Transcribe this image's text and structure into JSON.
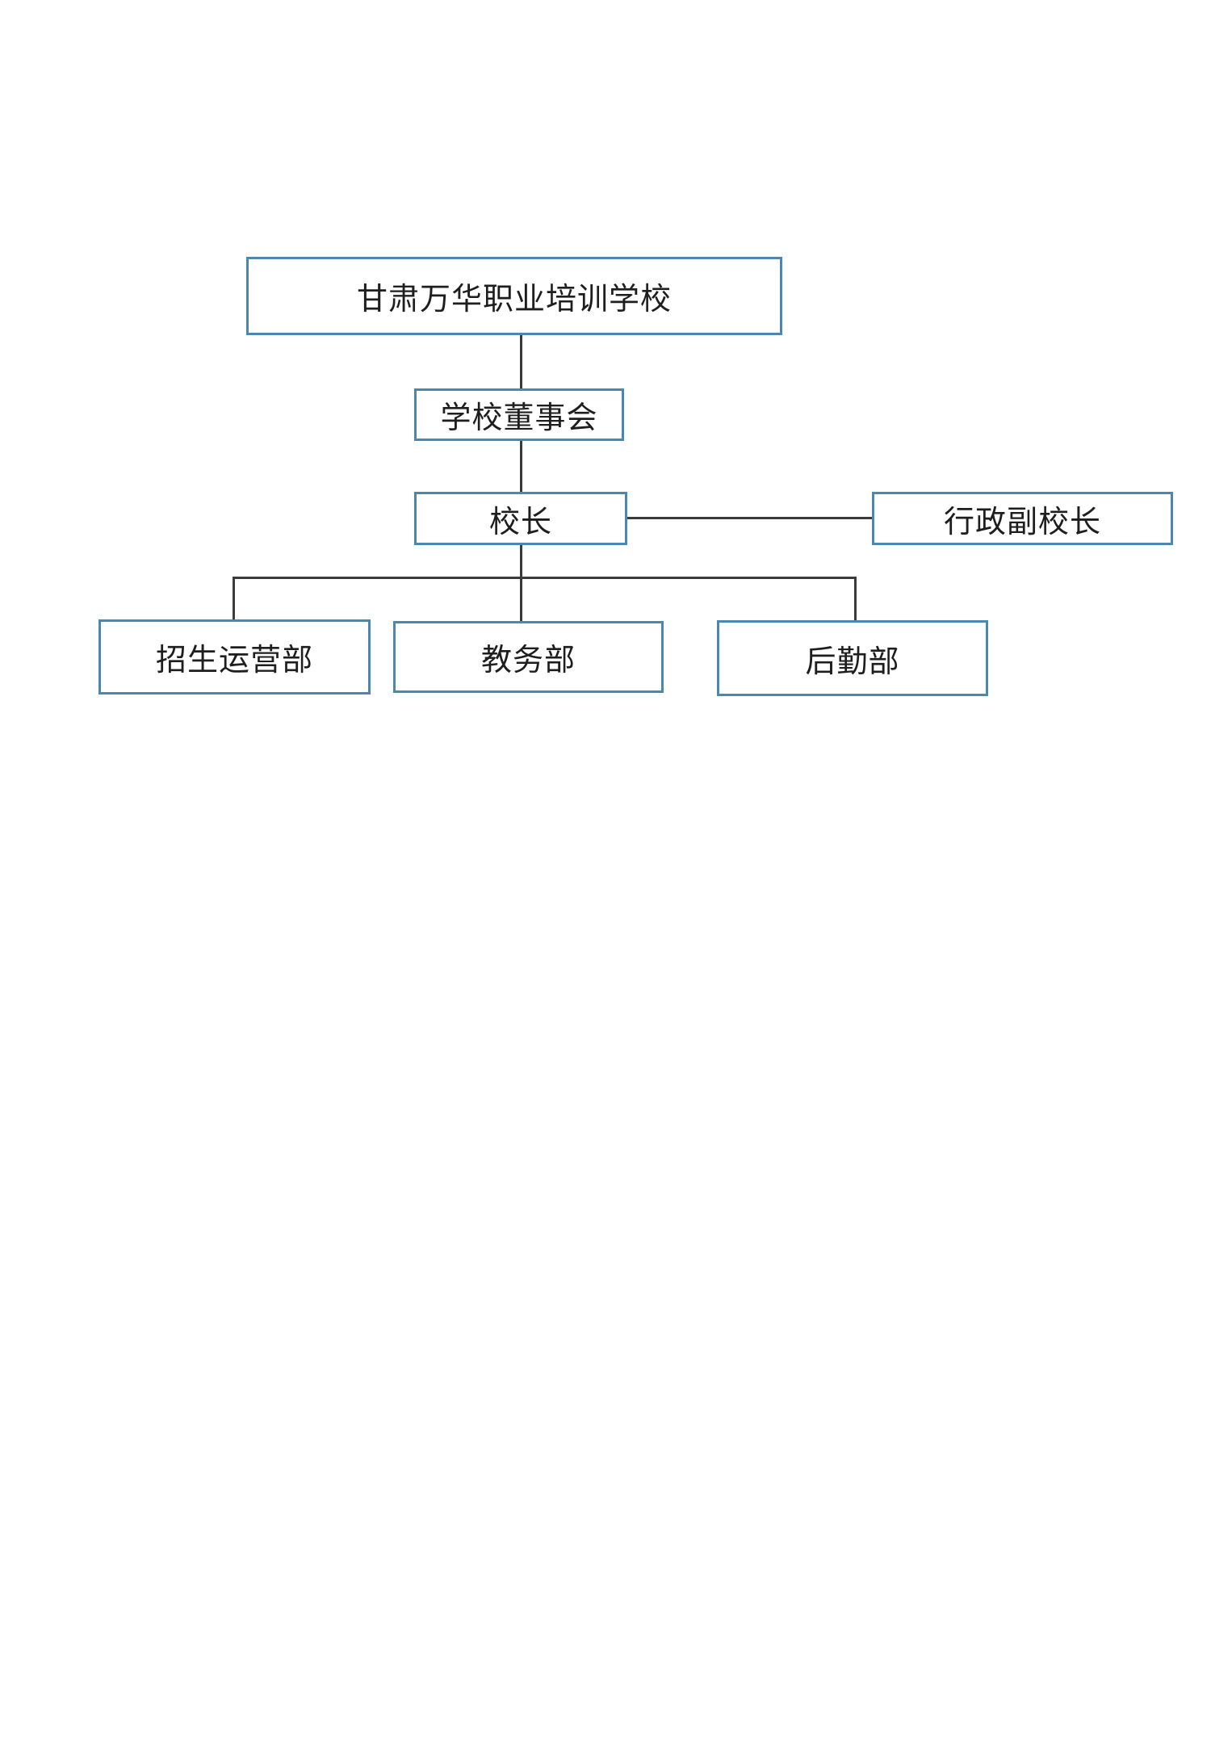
{
  "diagram": {
    "type": "org-chart",
    "nodes": {
      "school": {
        "label": "甘肃万华职业培训学校",
        "level": 1
      },
      "board": {
        "label": "学校董事会",
        "level": 2
      },
      "principal": {
        "label": "校长",
        "level": 3
      },
      "vice_principal": {
        "label": "行政副校长",
        "level": 3
      },
      "admissions": {
        "label": "招生运营部",
        "level": 4
      },
      "academic": {
        "label": "教务部",
        "level": 4
      },
      "logistics": {
        "label": "后勤部",
        "level": 4
      }
    },
    "edges": [
      {
        "from": "school",
        "to": "board"
      },
      {
        "from": "board",
        "to": "principal"
      },
      {
        "from": "principal",
        "to": "vice_principal"
      },
      {
        "from": "principal",
        "to": "admissions"
      },
      {
        "from": "principal",
        "to": "academic"
      },
      {
        "from": "principal",
        "to": "logistics"
      }
    ],
    "colors": {
      "box_border": "#4a87b2",
      "box_fill": "#ffffff",
      "connector": "#3b3b3b",
      "text": "#1e1e1e",
      "background": "#ffffff"
    }
  }
}
